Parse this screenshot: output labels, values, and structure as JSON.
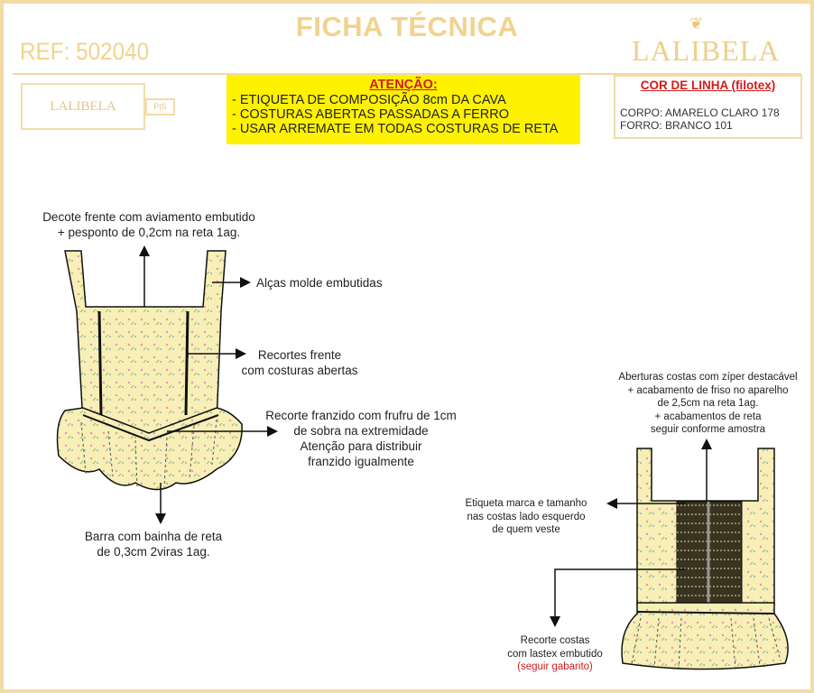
{
  "header": {
    "title": "FICHA TÉCNICA",
    "ref": "REF: 502040",
    "brand": "LALIBELA"
  },
  "label": {
    "brand": "LALIBELA",
    "size": "P|S"
  },
  "attention": {
    "title": "ATENÇÃO:",
    "lines": [
      "- ETIQUETA DE COMPOSIÇÃO 8cm DA CAVA",
      "- COSTURAS ABERTAS PASSADAS A FERRO",
      "- USAR ARREMATE EM TODAS COSTURAS DE RETA"
    ]
  },
  "thread": {
    "title": "COR DE LINHA (filotex)",
    "lines": [
      "CORPO: AMARELO CLARO 178",
      "FORRO: BRANCO 101"
    ]
  },
  "front_notes": {
    "neckline": [
      "Decote frente com aviamento embutido",
      "+ pesponto de 0,2cm na reta 1ag."
    ],
    "straps": "Alças molde embutidas",
    "seams": [
      "Recortes frente",
      "com costuras abertas"
    ],
    "ruffle": [
      "Recorte franzido com frufru de 1cm",
      "de sobra na extremidade",
      "Atenção para distribuir",
      "franzido igualmente"
    ],
    "hem": [
      "Barra com bainha de reta",
      "de 0,3cm 2viras 1ag."
    ]
  },
  "back_notes": {
    "zipper": [
      "Aberturas costas com zíper destacável",
      "+ acabamento de friso no aparelho",
      "de 2,5cm na reta 1ag.",
      "+ acabamentos de reta",
      "seguir conforme amostra"
    ],
    "tag": [
      "Etiqueta marca e tamanho",
      "nas costas lado esquerdo",
      "de quem veste"
    ],
    "smock": [
      "Recorte costas",
      "com lastex embutido"
    ],
    "smock_note": "(seguir gabarito)"
  },
  "colors": {
    "accent": "#f2d38e",
    "warning_bg": "#fff200",
    "red": "#d31b1b",
    "fabric": "#f7efb5"
  }
}
